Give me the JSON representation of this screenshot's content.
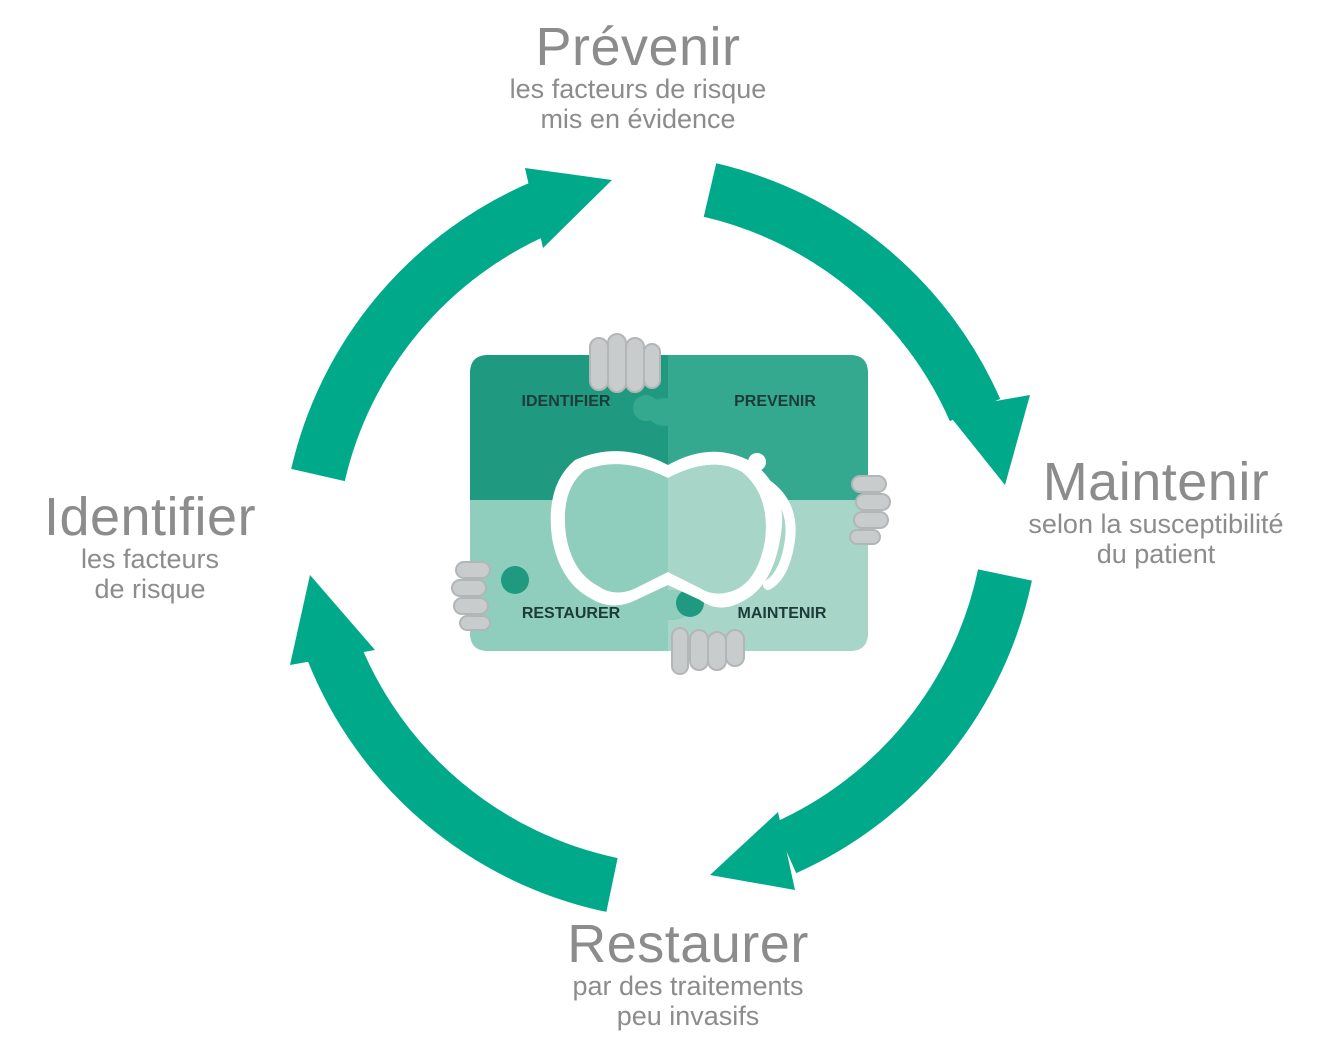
{
  "steps": {
    "prevenir": {
      "title": "Prévenir",
      "lines": [
        "les facteurs de risque",
        "mis en évidence"
      ]
    },
    "maintenir": {
      "title": "Maintenir",
      "lines": [
        "selon la susceptibilité",
        "du patient"
      ]
    },
    "restaurer": {
      "title": "Restaurer",
      "lines": [
        "par des traitements",
        "peu invasifs"
      ]
    },
    "identifier": {
      "title": "Identifier",
      "lines": [
        "les facteurs",
        "de risque"
      ]
    }
  },
  "puzzle": {
    "identifier": "IDENTIFIER",
    "prevenir": "PREVENIR",
    "restaurer": "RESTAURER",
    "maintenir": "MAINTENIR"
  },
  "colors": {
    "arrow": "#00a98a",
    "piece_dark": "#1f9a80",
    "piece_mid": "#34a98f",
    "piece_light": "#8fcdbd",
    "piece_light2": "#a7d6c9",
    "text_gray": "#8c8c8c"
  }
}
